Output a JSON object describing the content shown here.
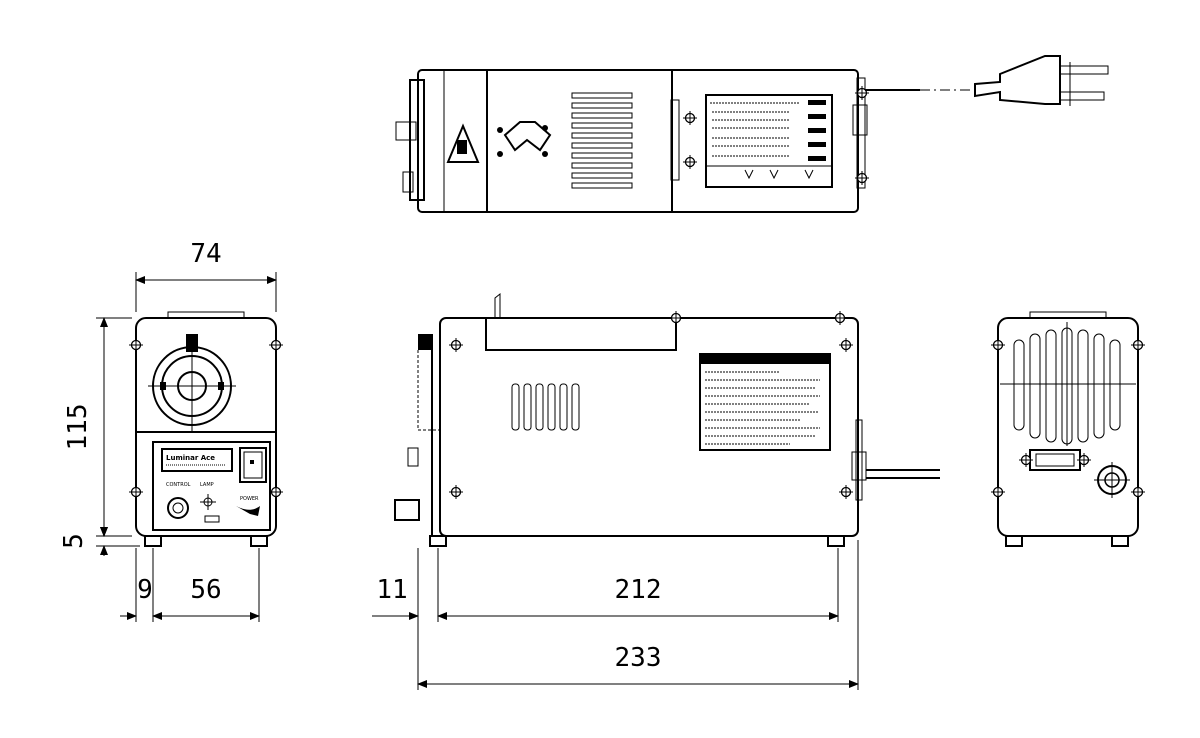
{
  "dimensions": {
    "front_width": "74",
    "front_height": "115",
    "foot_height": "5",
    "foot_offset": "9",
    "foot_spacing": "56",
    "side_offset": "11",
    "side_depth": "212",
    "side_total": "233"
  },
  "front_panel": {
    "brand": "Luminar Ace",
    "control_label": "CONTROL",
    "lamp_label": "LAMP",
    "power_label": "POWER"
  },
  "icons": [
    "screw-icon",
    "warning-triangle-icon",
    "plug-icon",
    "knob-icon",
    "switch-icon"
  ]
}
